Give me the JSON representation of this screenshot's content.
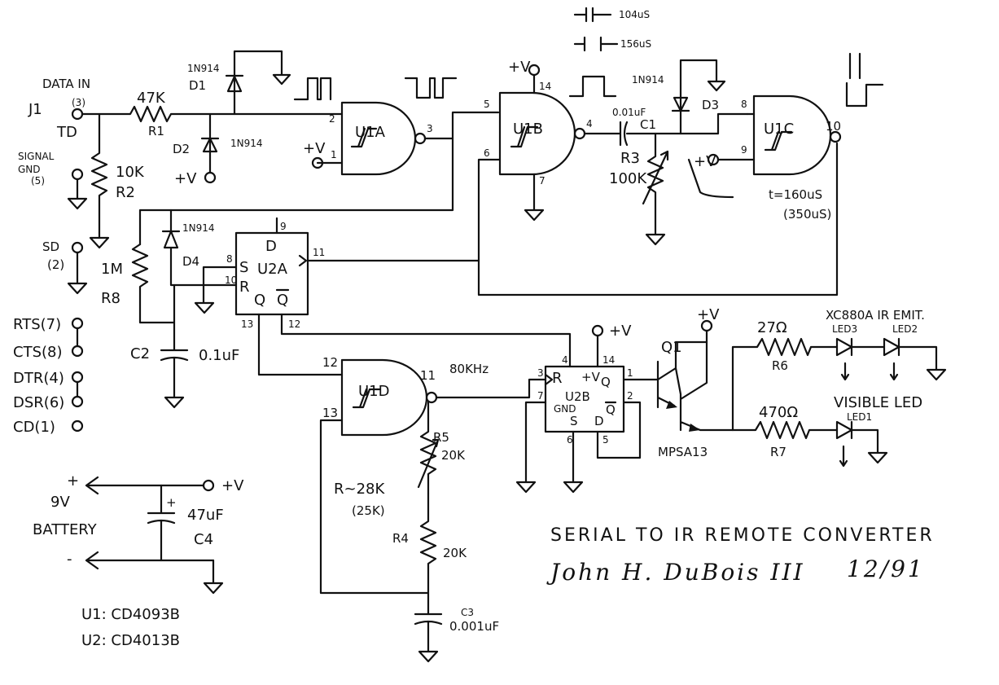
{
  "title": "SERIAL TO IR REMOTE CONVERTER",
  "author": "John H. DuBois III",
  "date": "12/91",
  "timing": {
    "t1": "104uS",
    "t2": "156uS",
    "t_note": "t=160uS",
    "t_alt": "(350uS)",
    "freq": "80KHz"
  },
  "connector": {
    "j1": "J1",
    "data_in": "DATA IN",
    "td": "TD",
    "td_pin": "(3)",
    "signal_gnd": "SIGNAL",
    "gnd": "GND",
    "gnd_pin": "(5)",
    "sd": "SD",
    "sd_pin": "(2)",
    "rts": "RTS(7)",
    "cts": "CTS(8)",
    "dtr": "DTR(4)",
    "dsr": "DSR(6)",
    "cd": "CD(1)"
  },
  "resistors": {
    "r1": "R1",
    "r1_val": "47K",
    "r2": "R2",
    "r2_val": "10K",
    "r3": "R3",
    "r3_val": "100K",
    "r8": "R8",
    "r8_val": "1M",
    "r5": "R5",
    "r5_val": "20K",
    "r4": "R4",
    "r4_val": "20K",
    "r_note": "R~28K",
    "r_alt": "(25K)",
    "r6": "R6",
    "r6_val": "27Ω",
    "r7": "R7",
    "r7_val": "470Ω"
  },
  "capacitors": {
    "c1": "C1",
    "c1_val": "0.01uF",
    "c2": "C2",
    "c2_val": "0.1uF",
    "c3": "C3",
    "c3_val": "0.001uF",
    "c4": "C4",
    "c4_val": "47uF",
    "plus": "+"
  },
  "diodes": {
    "d1": "D1",
    "d2": "D2",
    "d3": "D3",
    "d4": "D4",
    "type": "1N914"
  },
  "gates": {
    "u1a": "U1A",
    "u1b": "U1B",
    "u1c": "U1C",
    "u1d": "U1D"
  },
  "flipflops": {
    "u2a": "U2A",
    "u2b": "U2B",
    "d": "D",
    "s": "S",
    "r": "R",
    "q": "Q",
    "qbar": "Q",
    "gnd": "GND",
    "vplus": "+V"
  },
  "transistor": {
    "q1": "Q1",
    "type": "MPSA13"
  },
  "leds": {
    "ir_label": "XC880A IR EMIT.",
    "led2": "LED2",
    "led3": "LED3",
    "visible_label": "VISIBLE LED",
    "led1": "LED1"
  },
  "power": {
    "vplus": "+V",
    "battery_v": "9V",
    "battery": "BATTERY",
    "plus": "+",
    "minus": "-"
  },
  "ics": {
    "u1": "U1: CD4093B",
    "u2": "U2: CD4013B"
  },
  "pins": {
    "u1a_in1": "2",
    "u1a_in2": "1",
    "u1a_out": "3",
    "u1b_in1": "5",
    "u1b_in2": "6",
    "u1b_out": "4",
    "u1b_vdd": "14",
    "u1b_gnd": "7",
    "u1c_in1": "8",
    "u1c_in2": "9",
    "u1c_out": "10",
    "u1d_in1": "12",
    "u1d_in2": "13",
    "u1d_out": "11",
    "u2a_d": "9",
    "u2a_s": "8",
    "u2a_r": "10",
    "u2a_clk": "11",
    "u2a_q": "13",
    "u2a_qb": "12",
    "u2b_r": "4",
    "u2b_vdd": "14",
    "u2b_clk": "3",
    "u2b_q": "1",
    "u2b_gnd": "7",
    "u2b_s": "6",
    "u2b_d": "5",
    "u2b_qb": "2"
  }
}
